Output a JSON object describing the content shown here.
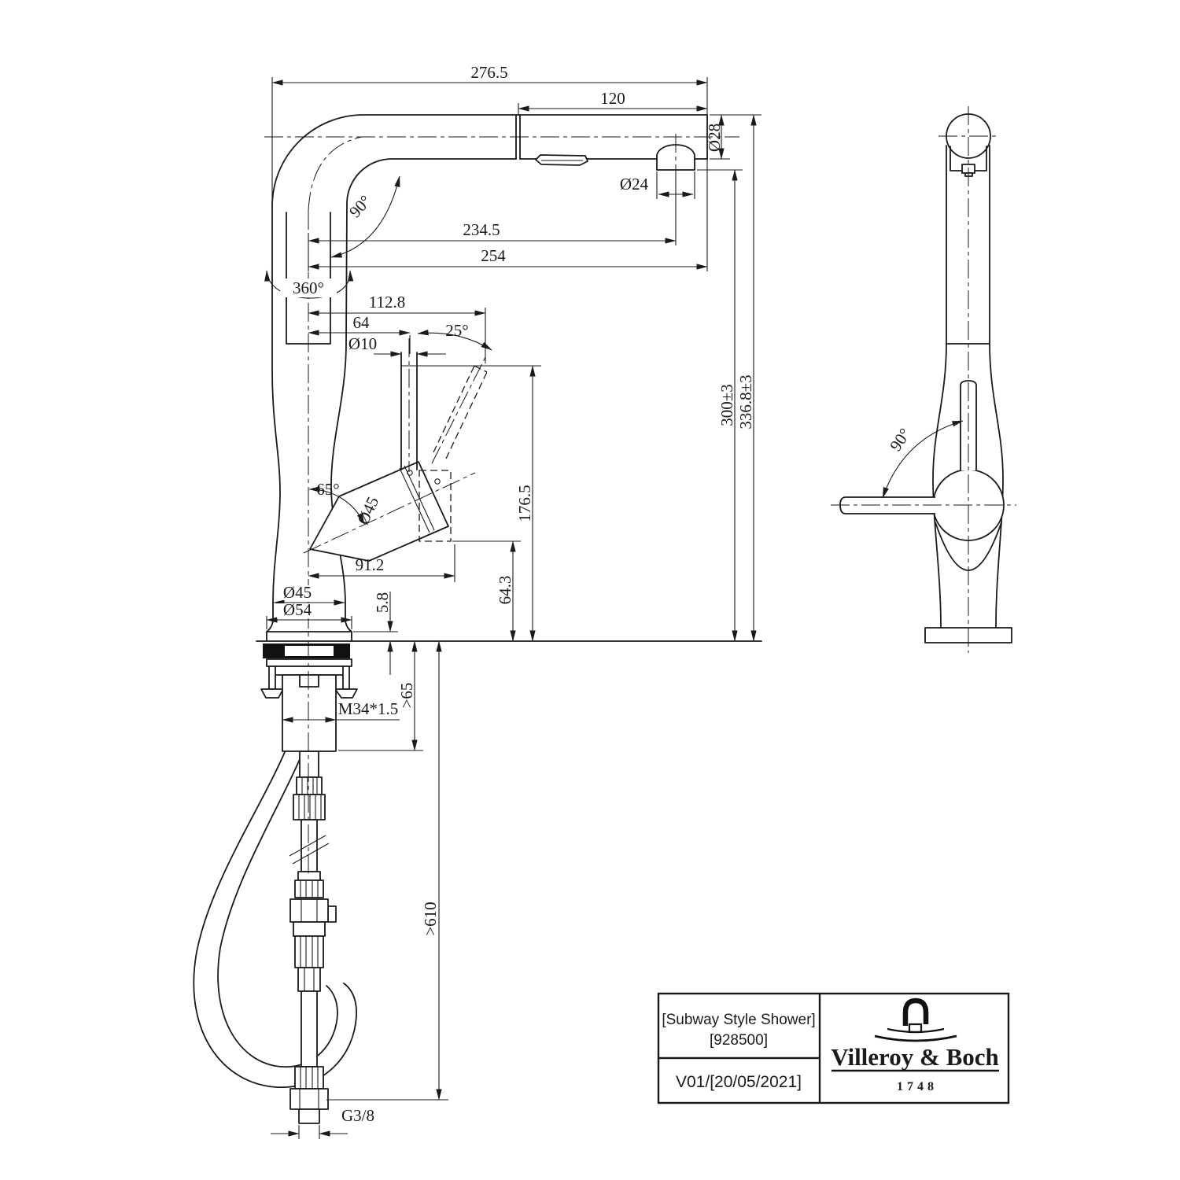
{
  "dims": {
    "overall_reach": "276.5",
    "pullout": "120",
    "spout_dia": "Ø28",
    "aerator_dia": "Ø24",
    "bend_angle": "90°",
    "reach_aerator": "234.5",
    "reach_total": "254",
    "swivel": "360°",
    "lever_tip": "112.8",
    "lever_offset": "64",
    "lever_tilt": "25°",
    "rod_dia": "Ø10",
    "handle_angle": "65°",
    "handle_dia": "Ø45",
    "handle_reach": "91.2",
    "handle_height": "176.5",
    "handle_low": "64.3",
    "flange_thk": "5.8",
    "body_dia": "Ø45",
    "base_dia": "Ø54",
    "spout_height": "300±3",
    "total_height": "336.8±3",
    "thread": "M34*1.5",
    "counter_thk": ">65",
    "hose_len": ">610",
    "supply": "G3/8",
    "side_angle": "90°"
  },
  "title_block": {
    "product_name": "[Subway Style Shower]",
    "product_code": "[928500]",
    "version": "V01/[20/05/2021]",
    "brand": "Villeroy & Boch",
    "brand_year": "1748"
  }
}
